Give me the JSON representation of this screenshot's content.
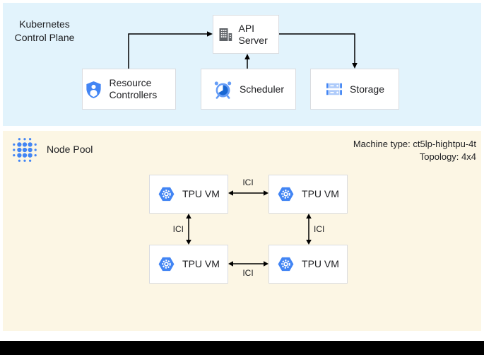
{
  "control_plane": {
    "title": "Kubernetes\nControl Plane",
    "nodes": {
      "api_server": {
        "label": "API Server",
        "icon": "building-grid-icon"
      },
      "resource_controllers": {
        "label": "Resource Controllers",
        "icon": "shield-user-icon"
      },
      "scheduler": {
        "label": "Scheduler",
        "icon": "alarm-clock-icon"
      },
      "storage": {
        "label": "Storage",
        "icon": "server-disks-icon"
      }
    }
  },
  "node_pool": {
    "title": "Node Pool",
    "icon": "dot-cluster-icon",
    "machine_type": "Machine type: ct5lp-hightpu-4t",
    "topology": "Topology: 4x4",
    "tpu_vm_label": "TPU VM",
    "tpu_vm_icon": "hexagon-gear-icon",
    "ici_label": "ICI"
  },
  "colors": {
    "control_plane_bg": "#E2F3FC",
    "node_pool_bg": "#FCF6E4",
    "node_border": "#DADCE0",
    "google_blue": "#4285F4",
    "light_blue": "#AECBFA",
    "clock_blue": "#669DF6",
    "dark_blue": "#1967D2",
    "icon_gray": "#5F6368",
    "text": "#202124",
    "arrow": "#000000",
    "bottom_bar": "#000000"
  }
}
